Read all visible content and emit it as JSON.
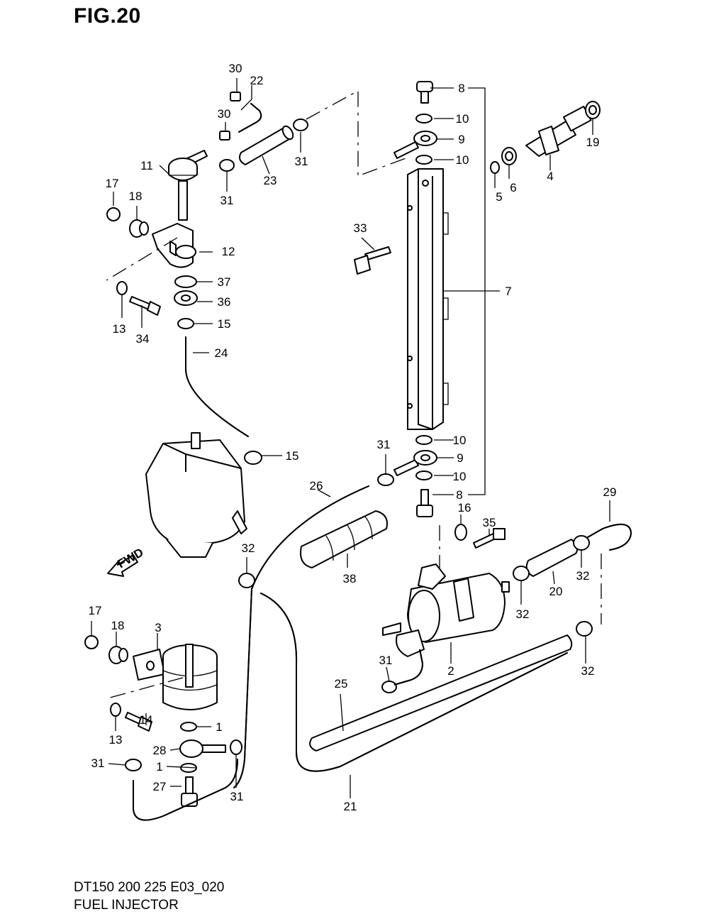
{
  "figure": {
    "title": "FIG.20"
  },
  "footer": {
    "line1": "DT150 200 225 E03_020",
    "line2": "FUEL INJECTOR"
  },
  "fwd_label": "FWD",
  "callouts": [
    {
      "n": "30"
    },
    {
      "n": "22"
    },
    {
      "n": "30"
    },
    {
      "n": "31"
    },
    {
      "n": "23"
    },
    {
      "n": "31"
    },
    {
      "n": "11"
    },
    {
      "n": "17"
    },
    {
      "n": "18"
    },
    {
      "n": "12"
    },
    {
      "n": "37"
    },
    {
      "n": "36"
    },
    {
      "n": "13"
    },
    {
      "n": "34"
    },
    {
      "n": "15"
    },
    {
      "n": "24"
    },
    {
      "n": "15"
    },
    {
      "n": "8"
    },
    {
      "n": "10"
    },
    {
      "n": "9"
    },
    {
      "n": "10"
    },
    {
      "n": "33"
    },
    {
      "n": "7"
    },
    {
      "n": "19"
    },
    {
      "n": "4"
    },
    {
      "n": "6"
    },
    {
      "n": "5"
    },
    {
      "n": "31"
    },
    {
      "n": "10"
    },
    {
      "n": "9"
    },
    {
      "n": "10"
    },
    {
      "n": "8"
    },
    {
      "n": "26"
    },
    {
      "n": "16"
    },
    {
      "n": "35"
    },
    {
      "n": "29"
    },
    {
      "n": "32"
    },
    {
      "n": "38"
    },
    {
      "n": "32"
    },
    {
      "n": "20"
    },
    {
      "n": "32"
    },
    {
      "n": "32"
    },
    {
      "n": "17"
    },
    {
      "n": "18"
    },
    {
      "n": "3"
    },
    {
      "n": "2"
    },
    {
      "n": "31"
    },
    {
      "n": "25"
    },
    {
      "n": "14"
    },
    {
      "n": "13"
    },
    {
      "n": "1"
    },
    {
      "n": "28"
    },
    {
      "n": "31"
    },
    {
      "n": "1"
    },
    {
      "n": "27"
    },
    {
      "n": "31"
    },
    {
      "n": "21"
    }
  ]
}
